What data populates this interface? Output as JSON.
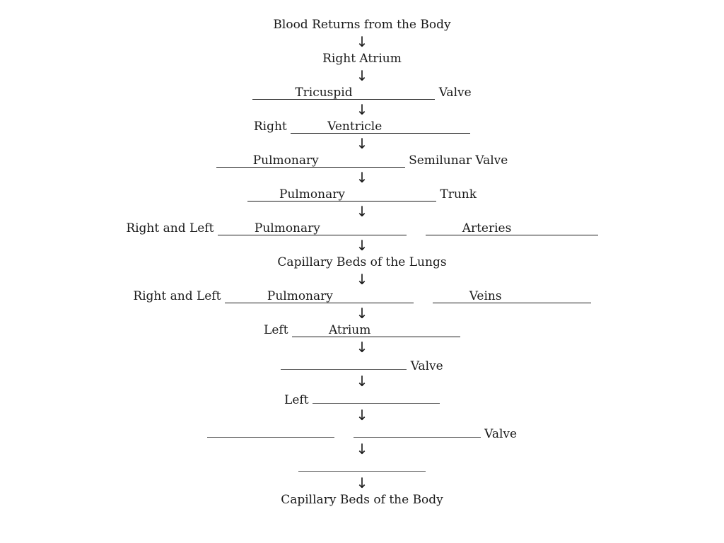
{
  "rows": [
    {
      "label": "Blood Returns from the Body"
    },
    {
      "label": "Right Atrium"
    },
    {
      "answer": "Tricuspid",
      "suffix": "Valve"
    },
    {
      "prefix": "Right",
      "answer": "Ventricle"
    },
    {
      "answer": "Pulmonary",
      "suffix": "Semilunar Valve"
    },
    {
      "answer": "Pulmonary",
      "suffix": "Trunk"
    },
    {
      "prefix": "Right and Left",
      "answer1": "Pulmonary",
      "answer2": "Arteries"
    },
    {
      "label": "Capillary Beds of the Lungs"
    },
    {
      "prefix": "Right and Left",
      "answer1": "Pulmonary",
      "answer2": "Veins"
    },
    {
      "prefix": "Left",
      "answer": "Atrium"
    },
    {
      "answer": "",
      "suffix": "Valve"
    },
    {
      "prefix": "Left",
      "answer": ""
    },
    {
      "answer1": "",
      "answer2": "",
      "suffix": "Valve"
    },
    {
      "answer": ""
    },
    {
      "label": "Capillary Beds of the Body"
    }
  ],
  "arrow_glyph": "↓"
}
